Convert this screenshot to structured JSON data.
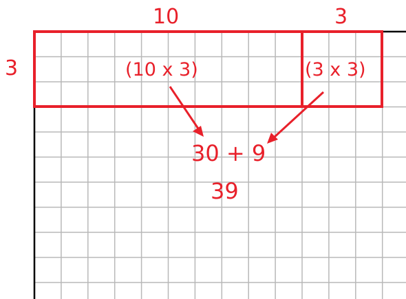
{
  "labels": {
    "top_tens": "10",
    "top_ones": "3",
    "side": "3",
    "partial_tens": "(10 x 3)",
    "partial_ones": "(3 x 3)",
    "sum": "30 + 9",
    "total": "39"
  },
  "colors": {
    "accent": "#e8202a",
    "grid": "#b8b8b8",
    "axis": "#000000"
  },
  "grid": {
    "columns": 14,
    "rows": 10
  }
}
